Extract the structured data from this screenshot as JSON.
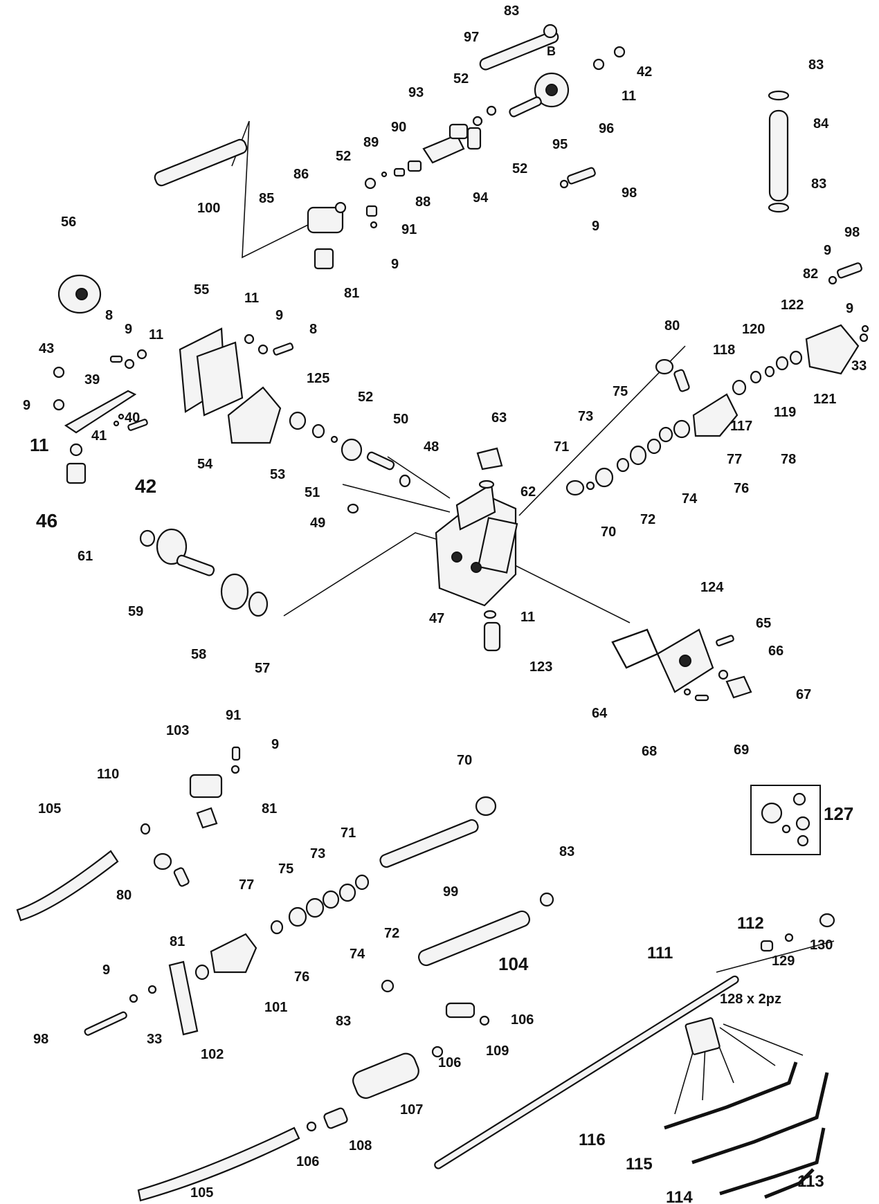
{
  "colors": {
    "ink": "#111111",
    "paper": "#ffffff"
  },
  "labels": [
    "83",
    "97",
    "B",
    "42",
    "11",
    "83",
    "84",
    "83",
    "52",
    "93",
    "90",
    "89",
    "52",
    "95",
    "96",
    "94",
    "98",
    "9",
    "88",
    "86",
    "85",
    "52",
    "91",
    "9",
    "81",
    "100",
    "56",
    "55",
    "11",
    "9",
    "8",
    "8",
    "9",
    "11",
    "43",
    "39",
    "9",
    "11",
    "40",
    "41",
    "42",
    "46",
    "82",
    "98",
    "9",
    "9",
    "33",
    "122",
    "120",
    "118",
    "121",
    "119",
    "117",
    "80",
    "125",
    "52",
    "50",
    "53",
    "51",
    "54",
    "48",
    "63",
    "62",
    "75",
    "73",
    "71",
    "72",
    "70",
    "74",
    "76",
    "77",
    "78",
    "49",
    "61",
    "59",
    "58",
    "57",
    "47",
    "11",
    "123",
    "124",
    "65",
    "66",
    "67",
    "64",
    "68",
    "69",
    "91",
    "103",
    "9",
    "110",
    "105",
    "81",
    "70",
    "127",
    "71",
    "80",
    "73",
    "75",
    "77",
    "72",
    "74",
    "76",
    "99",
    "83",
    "104",
    "81",
    "9",
    "101",
    "98",
    "33",
    "102",
    "112",
    "129",
    "130",
    "111",
    "128 x 2pz",
    "83",
    "106",
    "106",
    "109",
    "107",
    "108",
    "106",
    "105",
    "116",
    "115",
    "114",
    "113"
  ]
}
